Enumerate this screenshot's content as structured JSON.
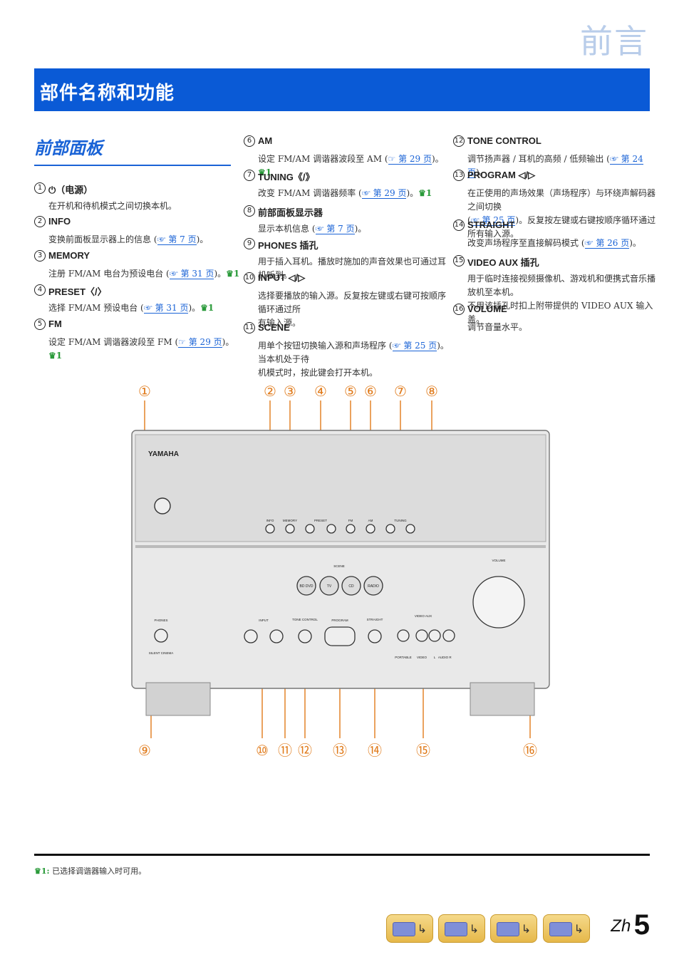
{
  "header": {
    "section_tab": "前言",
    "title": "部件名称和功能",
    "subtitle": "前部面板"
  },
  "items": [
    {
      "num": "1",
      "name": "⏻（电源）",
      "desc": [
        {
          "t": "在开机和待机模式之间切换本机。"
        }
      ]
    },
    {
      "num": "2",
      "name": "INFO",
      "desc": [
        {
          "t": "变换前面板显示器上的信息 ("
        },
        {
          "r": "☞ 第 7 页"
        },
        {
          "t": ")。"
        }
      ]
    },
    {
      "num": "3",
      "name": "MEMORY",
      "desc": [
        {
          "t": "注册 FM/AM 电台为预设电台 ("
        },
        {
          "r": "☞ 第 31 页"
        },
        {
          "t": ")。"
        },
        {
          "m": "♛1"
        }
      ]
    },
    {
      "num": "4",
      "name": "PRESET〈/〉",
      "desc": [
        {
          "t": "选择 FM/AM 预设电台 ("
        },
        {
          "r": "☞ 第 31 页"
        },
        {
          "t": ")。"
        },
        {
          "m": "♛1"
        }
      ]
    },
    {
      "num": "5",
      "name": "FM",
      "desc": [
        {
          "t": "设定 FM/AM 调谐器波段至 FM ("
        },
        {
          "r": "☞ 第 29 页"
        },
        {
          "t": ")。"
        },
        {
          "m": "♛1"
        }
      ]
    },
    {
      "num": "6",
      "name": "AM",
      "desc": [
        {
          "t": "设定 FM/AM 调谐器波段至 AM ("
        },
        {
          "r": "☞ 第 29 页"
        },
        {
          "t": ")。"
        },
        {
          "m": "♛1"
        }
      ]
    },
    {
      "num": "7",
      "name": "TUNING《/》",
      "desc": [
        {
          "t": "改变 FM/AM 调谐器频率 ("
        },
        {
          "r": "☞ 第 29 页"
        },
        {
          "t": ")。"
        },
        {
          "m": "♛1"
        }
      ]
    },
    {
      "num": "8",
      "name": "前部面板显示器",
      "desc": [
        {
          "t": "显示本机信息 ("
        },
        {
          "r": "☞ 第 7 页"
        },
        {
          "t": ")。"
        }
      ]
    },
    {
      "num": "9",
      "name": "PHONES 插孔",
      "desc": [
        {
          "t": "用于插入耳机。播放时施加的声音效果也可通过耳机听到。"
        }
      ]
    },
    {
      "num": "10",
      "name": "INPUT ◁/▷",
      "desc": [
        {
          "t": "选择要播放的输入源。反复按左键或右键可按顺序循环通过所"
        },
        {
          "br": 1
        },
        {
          "t": "有输入源。"
        }
      ]
    },
    {
      "num": "11",
      "name": "SCENE",
      "desc": [
        {
          "t": "用单个按钮切换输入源和声场程序 ("
        },
        {
          "r": "☞ 第 25 页"
        },
        {
          "t": ")。当本机处于待"
        },
        {
          "br": 1
        },
        {
          "t": "机模式时，按此键会打开本机。"
        }
      ]
    },
    {
      "num": "12",
      "name": "TONE CONTROL",
      "desc": [
        {
          "t": "调节扬声器 / 耳机的高频 / 低频输出 ("
        },
        {
          "r": "☞ 第 24 页"
        },
        {
          "t": ")。"
        }
      ]
    },
    {
      "num": "13",
      "name": "PROGRAM ◁/▷",
      "desc": [
        {
          "t": "在正使用的声场效果（声场程序）与环绕声解码器之间切换"
        },
        {
          "br": 1
        },
        {
          "t": "("
        },
        {
          "r": "☞ 第 25 页"
        },
        {
          "t": ")。反复按左键或右键按顺序循环通过所有输入源。"
        }
      ]
    },
    {
      "num": "14",
      "name": "STRAIGHT",
      "desc": [
        {
          "t": "改变声场程序至直接解码模式 ("
        },
        {
          "r": "☞ 第 26 页"
        },
        {
          "t": ")。"
        }
      ]
    },
    {
      "num": "15",
      "name": "VIDEO AUX 插孔",
      "desc": [
        {
          "t": "用于临时连接视频摄像机、游戏机和便携式音乐播放机至本机。"
        },
        {
          "br": 1
        },
        {
          "t": "不用该插孔时扣上附带提供的 VIDEO AUX 输入盖。"
        }
      ]
    },
    {
      "num": "16",
      "name": "VOLUME",
      "desc": [
        {
          "t": "调节音量水平。"
        }
      ]
    }
  ],
  "diagram": {
    "callouts": [
      "①",
      "②",
      "③",
      "④",
      "⑤",
      "⑥",
      "⑦",
      "⑧",
      "⑨",
      "⑩",
      "⑪",
      "⑫",
      "⑬",
      "⑭",
      "⑮",
      "⑯"
    ],
    "brand": "YAMAHA",
    "labels": {
      "info": "INFO",
      "memory": "MEMORY",
      "preset": "PRESET",
      "fm": "FM",
      "am": "AM",
      "tuning": "TUNING",
      "scene": "SCENE",
      "bd_dvd": "BD DVD",
      "tv": "TV",
      "cd": "CD",
      "radio": "RADIO",
      "phones": "PHONES",
      "silent_cinema": "SILENT CINEMA",
      "input": "INPUT",
      "tone_control": "TONE CONTROL",
      "program": "PROGRAM",
      "straight": "STRAIGHT",
      "video_aux": "VIDEO AUX",
      "portable": "PORTABLE",
      "video": "VIDEO",
      "l": "L",
      "audio": "AUDIO",
      "r": "R",
      "volume": "VOLUME"
    }
  },
  "footnote": {
    "mark": "♛1:",
    "text": "已选择调谐器输入时可用。"
  },
  "page": {
    "lang": "Zh",
    "number": "5"
  },
  "colors": {
    "accent": "#0a5ad6",
    "callout": "#e07a1a",
    "link": "#1a63d6"
  }
}
